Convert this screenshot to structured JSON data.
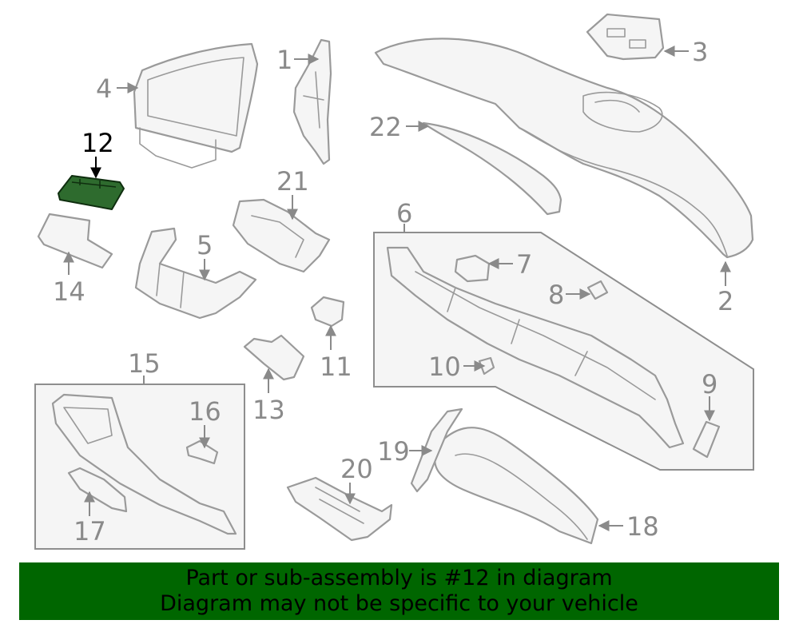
{
  "highlight_color": "#2e6b2e",
  "banner_color": "#006600",
  "highlighted_part": "12",
  "callouts": {
    "c1": "1",
    "c2": "2",
    "c3": "3",
    "c4": "4",
    "c5": "5",
    "c6": "6",
    "c7": "7",
    "c8": "8",
    "c9": "9",
    "c10": "10",
    "c11": "11",
    "c12": "12",
    "c13": "13",
    "c14": "14",
    "c15": "15",
    "c16": "16",
    "c17": "17",
    "c18": "18",
    "c19": "19",
    "c20": "20",
    "c21": "21",
    "c22": "22"
  },
  "banner": {
    "line1": "Part or sub-assembly is #12 in diagram",
    "line2": "Diagram may not be specific to your vehicle"
  }
}
